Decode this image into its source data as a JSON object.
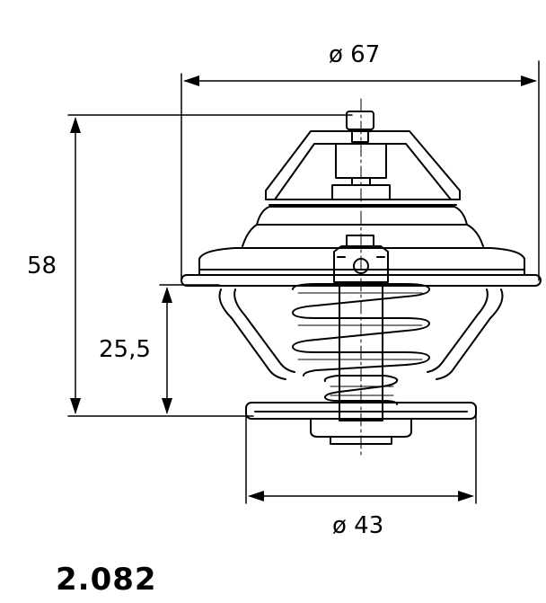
{
  "dimensions": {
    "top_diameter": "ø 67",
    "bottom_diameter": "ø 43",
    "total_height": "58",
    "partial_height": "25,5"
  },
  "part_number": "2.082",
  "colors": {
    "line": "#000000",
    "background": "#ffffff"
  }
}
